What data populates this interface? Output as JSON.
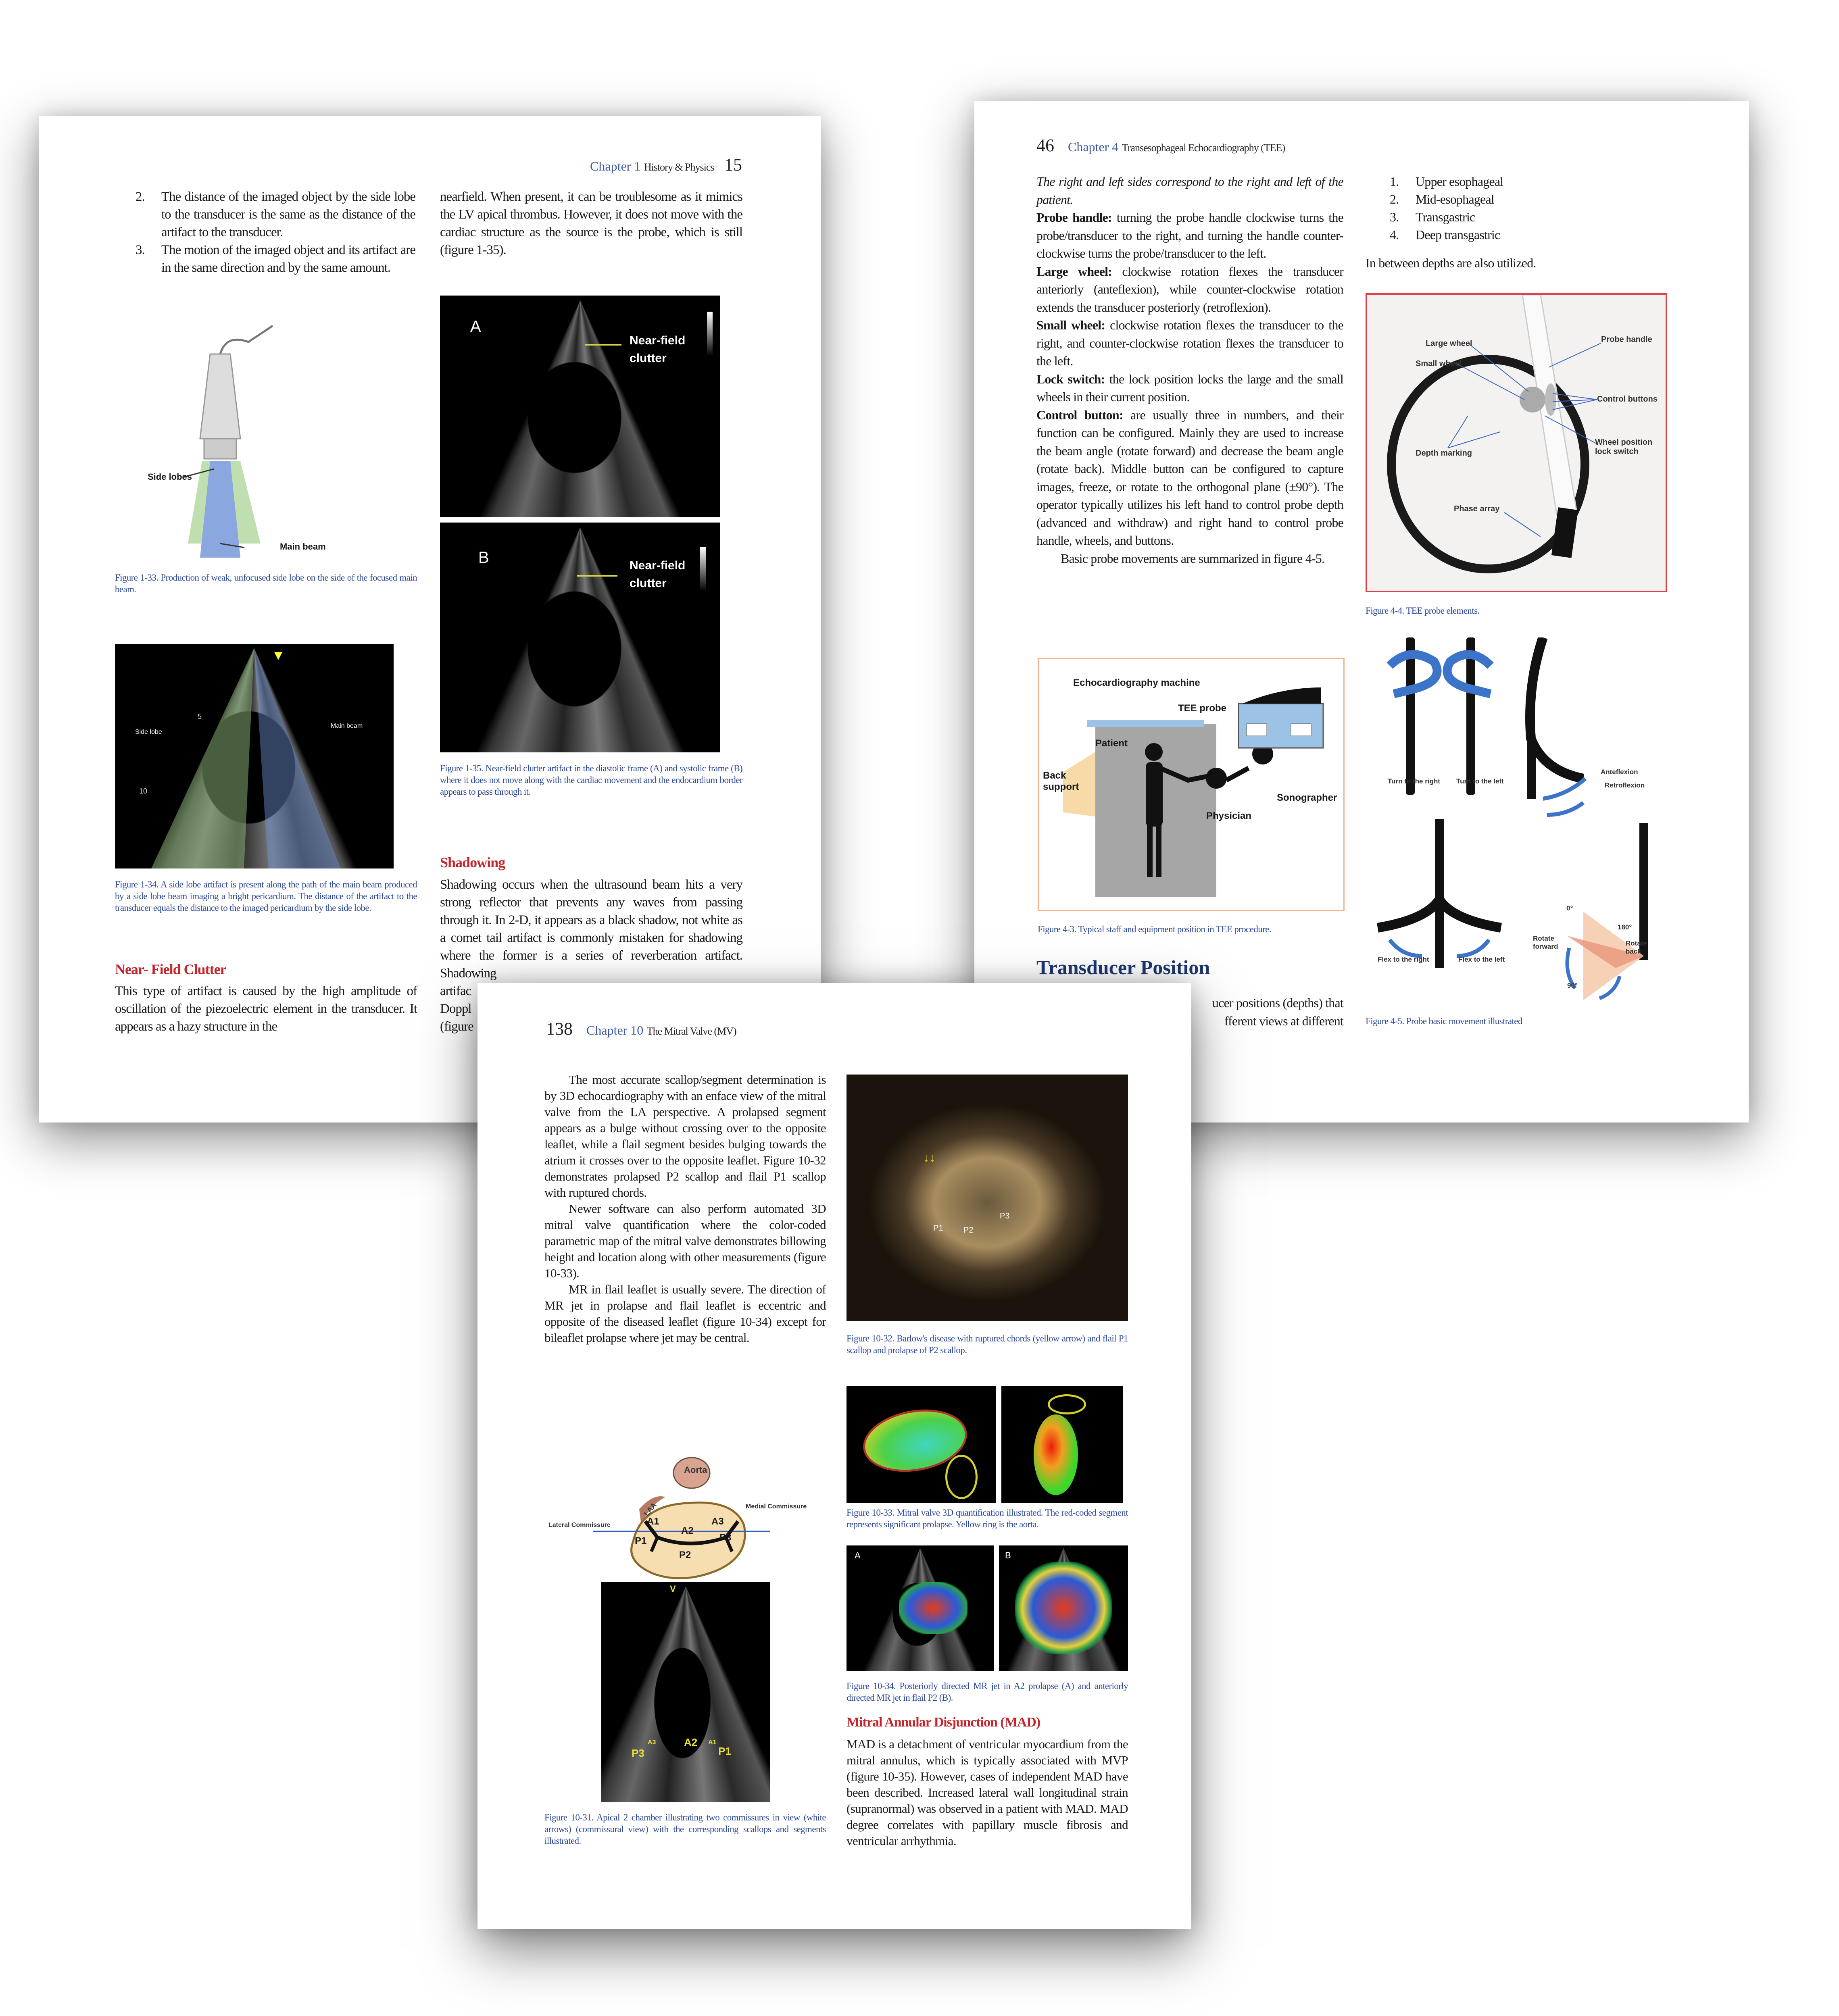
{
  "left_page": {
    "chapter": "Chapter 1",
    "chapter_title": "History & Physics",
    "page_number": "15",
    "list_items": [
      {
        "num": "2.",
        "text": "The distance of the imaged object by the side lobe to the transducer is the same as the distance of the artifact to the transducer."
      },
      {
        "num": "3.",
        "text": "The motion of the imaged object and its artifact are in the same direction and by the same amount."
      }
    ],
    "right_intro": "nearfield. When present, it can be troublesome as it mimics the LV apical thrombus. However, it does not move with the cardiac structure as the source is the probe, which is still (figure 1-35).",
    "fig_1_33": {
      "side_lobes": "Side lobes",
      "main_beam": "Main beam",
      "caption": "Figure 1-33. Production of weak, unfocused side lobe on the side of the focused main beam."
    },
    "fig_1_34": {
      "side_lobe": "Side lobe",
      "main_beam": "Main beam",
      "depth_5": "5",
      "depth_10": "10",
      "caption": "Figure 1-34. A side lobe artifact is present along the path of the main beam produced by a side lobe beam imaging a bright pericardium. The distance of the artifact to the transducer equals the distance to the imaged pericardium by the side lobe."
    },
    "fig_1_35": {
      "panel_a": "A",
      "panel_b": "B",
      "label": "Near-field clutter",
      "caption": "Figure 1-35. Near-field clutter artifact in the diastolic frame (A) and systolic frame (B) where it does not move along with the cardiac movement and the endocardium border appears to pass through it."
    },
    "near_field_heading": "Near- Field Clutter",
    "near_field_text": "This type of artifact is caused by the high amplitude of oscillation of the piezoelectric element in the transducer. It appears as a hazy structure in the",
    "shadowing_heading": "Shadowing",
    "shadowing_text": "Shadowing occurs when the ultrasound beam hits a very strong reflector that prevents any waves from passing through it. In 2-D, it appears as a black shadow, not white as a comet tail artifact is commonly mistaken for shadowing where the former is a series of reverberation artifact. Shadowing",
    "shadowing_fragments": [
      "artifac",
      "Doppl",
      "(figure"
    ]
  },
  "right_page": {
    "page_number": "46",
    "chapter": "Chapter 4",
    "chapter_title": "Transesophageal Echocardiography (TEE)",
    "italic_note": "The right and left sides correspond to the right and left of the patient.",
    "definitions": [
      {
        "term": "Probe handle:",
        "text": " turning the probe handle clockwise turns the probe/transducer to the right, and turning the handle counter-clockwise turns the probe/transducer to the left."
      },
      {
        "term": "Large wheel:",
        "text": " clockwise rotation flexes the transducer anteriorly (anteflexion), while counter-clockwise rotation extends the transducer posteriorly (retroflexion)."
      },
      {
        "term": "Small wheel:",
        "text": " clockwise rotation flexes the transducer to the right, and counter-clockwise rotation flexes the transducer to the left."
      },
      {
        "term": "Lock switch:",
        "text": " the lock position locks the large and the small wheels in their current position."
      },
      {
        "term": "Control button:",
        "text": " are usually three in numbers, and their function can be configured. Mainly they are used to increase the beam angle (rotate forward) and decrease the beam angle (rotate back). Middle button can be configured to capture images, freeze, or rotate to the orthogonal plane (±90°). The operator typically utilizes his left hand to control probe depth (advanced and withdraw) and right hand to control probe handle, wheels, and buttons."
      }
    ],
    "summary": "Basic probe movements are summarized in figure 4-5.",
    "fig_4_3": {
      "machine": "Echocardiography machine",
      "probe": "TEE probe",
      "patient": "Patient",
      "back_support": "Back support",
      "physician": "Physician",
      "sonographer": "Sonographer",
      "caption": "Figure 4-3. Typical staff and equipment position in TEE procedure."
    },
    "section_heading": "Transducer Position",
    "section_fragments": [
      "ucer positions (depths) that",
      "fferent views at different"
    ],
    "depths": [
      {
        "num": "1.",
        "text": "Upper esophageal"
      },
      {
        "num": "2.",
        "text": "Mid-esophageal"
      },
      {
        "num": "3.",
        "text": "Transgastric"
      },
      {
        "num": "4.",
        "text": "Deep transgastric"
      }
    ],
    "in_between": "In between depths are also utilized.",
    "fig_4_4": {
      "probe_handle": "Probe handle",
      "large_wheel": "Large wheel",
      "small_wheel": "Small wheel",
      "control_buttons": "Control buttons",
      "depth_marking": "Depth marking",
      "lock_switch": "Wheel position lock switch",
      "phase_array": "Phase array",
      "caption": "Figure 4-4. TEE probe elements."
    },
    "fig_4_5": {
      "turn_right": "Turn to the right",
      "turn_left": "Turn to the left",
      "anteflexion": "Anteflexion",
      "retroflexion": "Retroflexion",
      "flex_right": "Flex to the right",
      "flex_left": "Flex to the left",
      "deg0": "0°",
      "deg90": "90°",
      "deg180": "180°",
      "rotate_forward": "Rotate forward",
      "rotate_back": "Rotate back",
      "caption": "Figure 4-5. Probe basic movement illustrated"
    }
  },
  "front_page": {
    "page_number": "138",
    "chapter": "Chapter 10",
    "chapter_title": "The Mitral Valve (MV)",
    "paragraphs": [
      "The most accurate scallop/segment determination is by 3D echocardiography with an enface view of the mitral valve from the LA perspective. A prolapsed segment appears as a bulge without crossing over to the opposite leaflet, while a flail segment besides bulging towards the atrium it crosses over to the opposite leaflet. Figure 10-32 demonstrates prolapsed P2 scallop and flail P1 scallop with ruptured chords.",
      "Newer software can also perform automated 3D mitral valve quantification where the color-coded parametric map of the mitral valve demonstrates billowing height and location along with other measurements (figure 10-33).",
      "MR in flail leaflet is usually severe. The direction of MR jet in prolapse and flail leaflet is eccentric and opposite of the diseased leaflet (figure 10-34) except for bileaflet prolapse where jet may be central."
    ],
    "fig_10_31": {
      "aorta": "Aorta",
      "laa": "LAA",
      "lateral": "Lateral Commissure",
      "medial": "Medial Commissure",
      "a1": "A1",
      "a2": "A2",
      "a3": "A3",
      "p1": "P1",
      "p2": "P2",
      "p3": "P3",
      "v": "V",
      "caption": "Figure 10-31. Apical 2 chamber illustrating two commissures in view (white arrows) (commissural view) with the corresponding scallops and segments illustrated."
    },
    "fig_10_32": {
      "p1": "P1",
      "p2": "P2",
      "p3": "P3",
      "caption": "Figure 10-32. Barlow's disease with ruptured chords (yellow arrow) and flail P1 scallop and prolapse of P2 scallop."
    },
    "fig_10_33": {
      "caption": "Figure 10-33. Mitral valve 3D quantification illustrated. The red-coded segment represents significant prolapse. Yellow ring is the aorta."
    },
    "fig_10_34": {
      "panel_a": "A",
      "panel_b": "B",
      "caption": "Figure 10-34. Posteriorly directed MR jet in A2 prolapse (A) and anteriorly directed MR jet in flail P2 (B)."
    },
    "mad_heading": "Mitral Annular Disjunction (MAD)",
    "mad_text": "MAD is a detachment of ventricular myocardium from the mitral annulus, which is typically associated with MVP (figure 10-35). However, cases of independent MAD have been described. Increased lateral wall longitudinal strain (supranormal) was observed in a patient with MAD. MAD degree correlates with papillary muscle fibrosis and ventricular arrhythmia."
  },
  "colors": {
    "heading_red": "#c3252c",
    "caption_blue": "#2f4a9c",
    "chapter_blue": "#3b5aa8",
    "figure_border_red": "#d9434a"
  }
}
